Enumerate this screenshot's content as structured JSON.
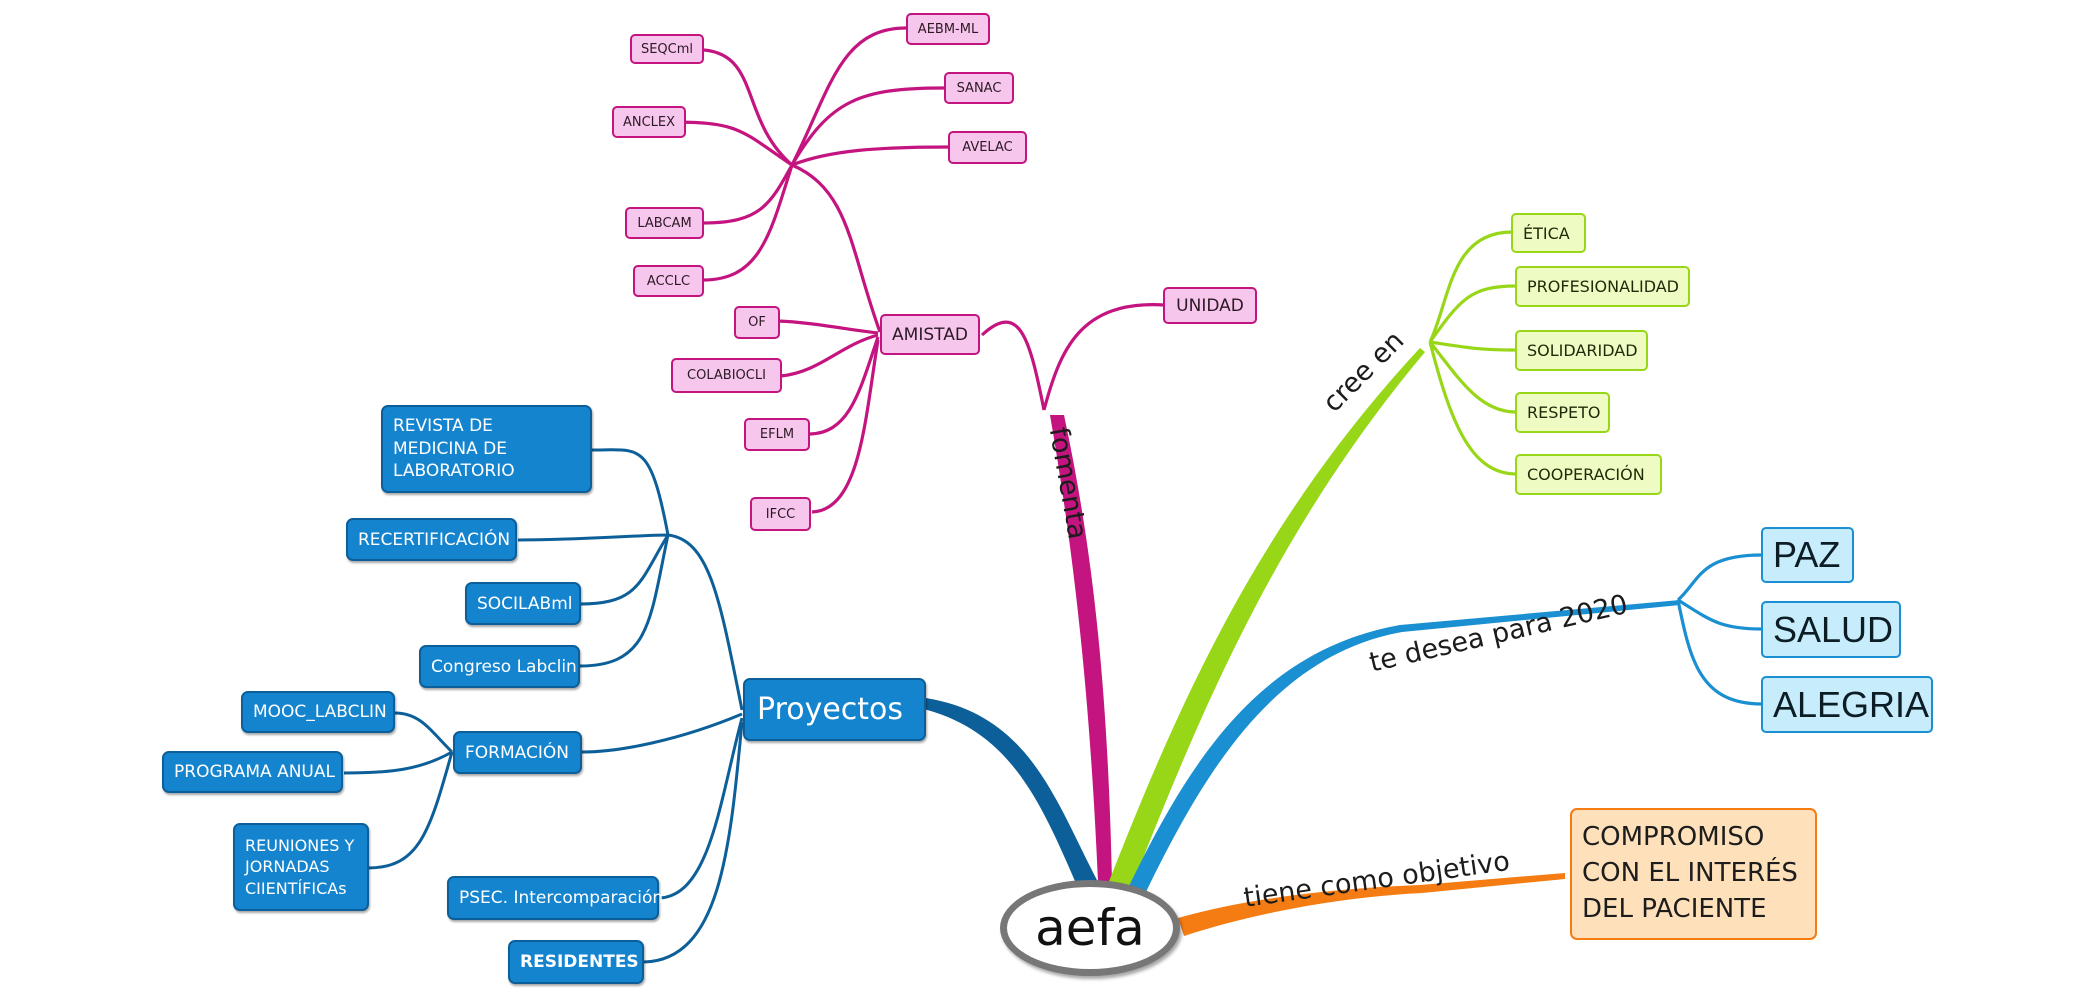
{
  "center": {
    "label": "aefa"
  },
  "edge_labels": {
    "fomenta": "fomenta",
    "cree_en": "cree en",
    "te_desea": "te desea para 2020",
    "tiene": "tiene como objetivo"
  },
  "amistad": {
    "label": "AMISTAD",
    "items": [
      "SEQCml",
      "ANCLEX",
      "LABCAM",
      "ACCLC",
      "AEBM-ML",
      "SANAC",
      "AVELAC",
      "OF",
      "COLABIOCLI",
      "EFLM",
      "IFCC"
    ]
  },
  "unidad": {
    "label": "UNIDAD"
  },
  "valores": {
    "items": [
      "ÉTICA",
      "PROFESIONALIDAD",
      "SOLIDARIDAD",
      "RESPETO",
      "COOPERACIÓN"
    ]
  },
  "deseos": {
    "items": [
      "PAZ",
      "SALUD",
      "ALEGRIA"
    ]
  },
  "objetivo": {
    "label": "COMPROMISO CON EL INTERÉS DEL PACIENTE"
  },
  "proyectos": {
    "label": "Proyectos",
    "items": {
      "revista": "REVISTA DE MEDICINA DE LABORATORIO",
      "recert": "RECERTIFICACIÓN",
      "socilab": "SOCILABml",
      "congreso": "Congreso Labclin",
      "formacion": "FORMACIÓN",
      "psec": "PSEC. Intercomparación",
      "residentes": "RESIDENTES"
    },
    "formacion_items": {
      "mooc": "MOOC_LABCLIN",
      "programa": "PROGRAMA ANUAL",
      "reuniones": "REUNIONES Y JORNADAS CIIENTÍFICAs"
    }
  },
  "colors": {
    "amistad": "#c4147f",
    "valores": "#98d618",
    "deseos": "#1a8fd1",
    "objetivo": "#f57c12",
    "proyectos": "#0c5f98"
  }
}
